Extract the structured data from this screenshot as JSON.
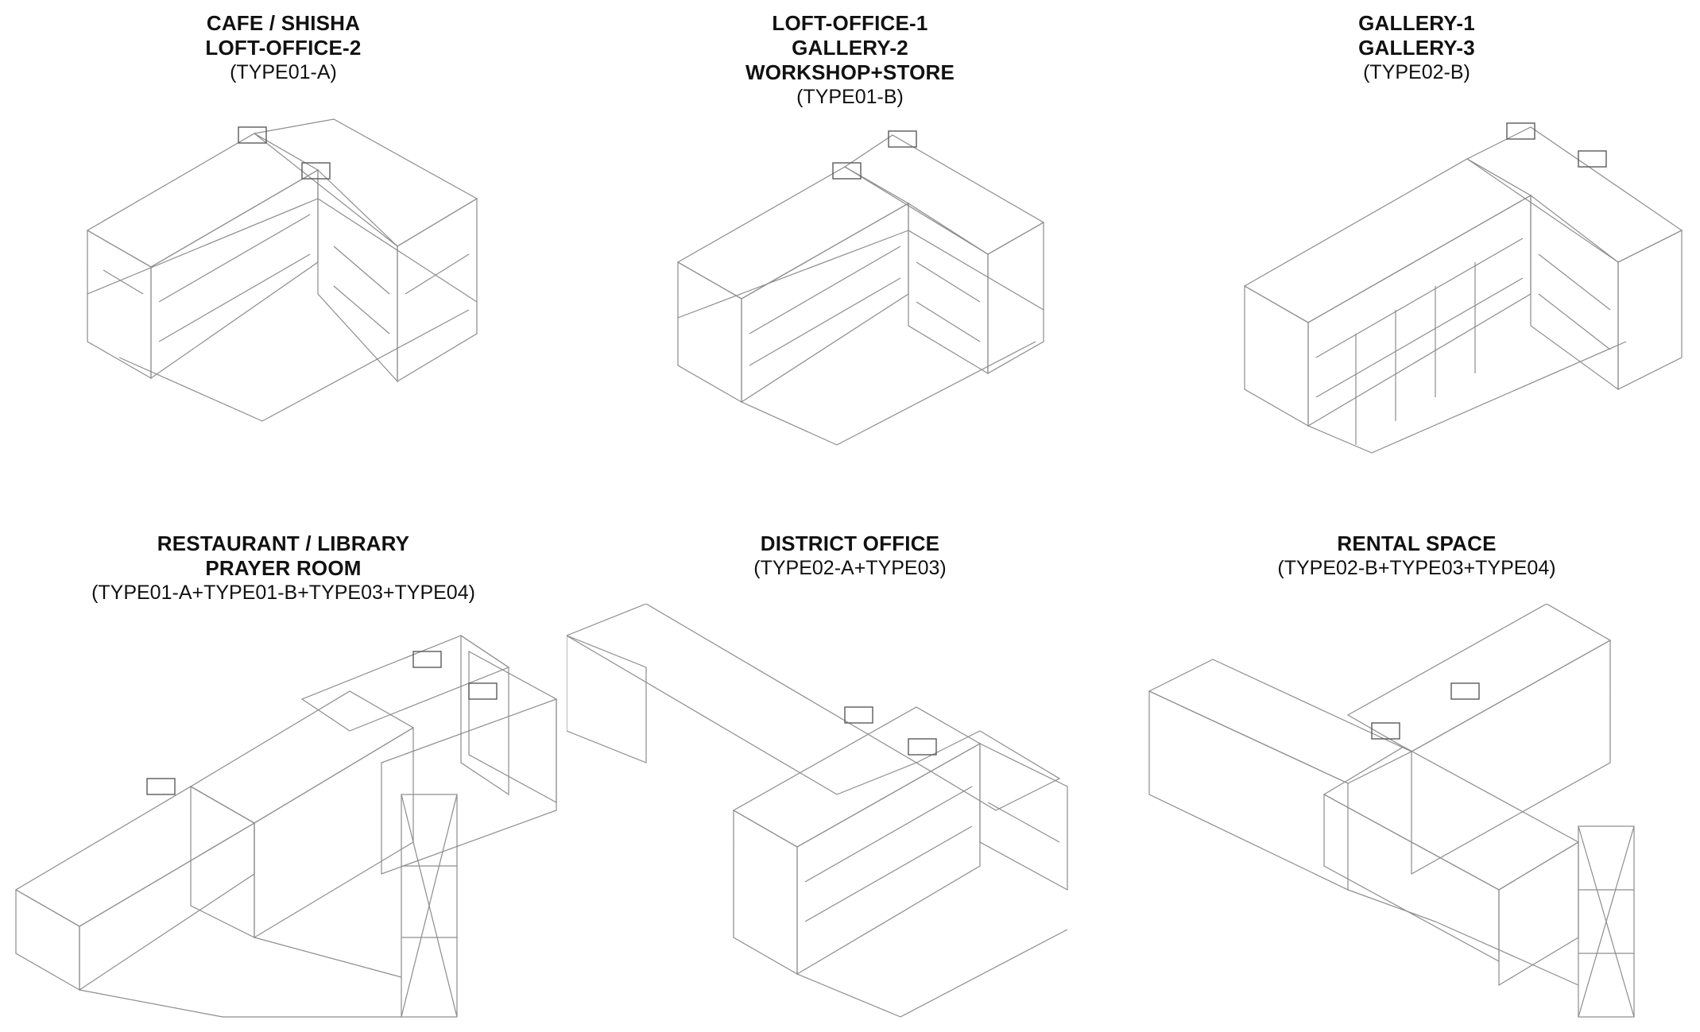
{
  "panels": [
    {
      "names": [
        "CAFE / SHISHA",
        "LOFT-OFFICE-2"
      ],
      "type": "(TYPE01-A)"
    },
    {
      "names": [
        "LOFT-OFFICE-1",
        "GALLERY-2",
        "WORKSHOP+STORE"
      ],
      "type": "(TYPE01-B)"
    },
    {
      "names": [
        "GALLERY-1",
        "GALLERY-3"
      ],
      "type": "(TYPE02-B)"
    },
    {
      "names": [
        "RESTAURANT / LIBRARY",
        "PRAYER ROOM"
      ],
      "type": "(TYPE01-A+TYPE01-B+TYPE03+TYPE04)"
    },
    {
      "names": [
        "DISTRICT OFFICE"
      ],
      "type": "(TYPE02-A+TYPE03)"
    },
    {
      "names": [
        "RENTAL SPACE"
      ],
      "type": "(TYPE02-B+TYPE03+TYPE04)"
    }
  ],
  "colors": {
    "line": "#8d8d8d",
    "line_dark": "#5a5a5a",
    "text": "#111111",
    "background": "#ffffff"
  }
}
